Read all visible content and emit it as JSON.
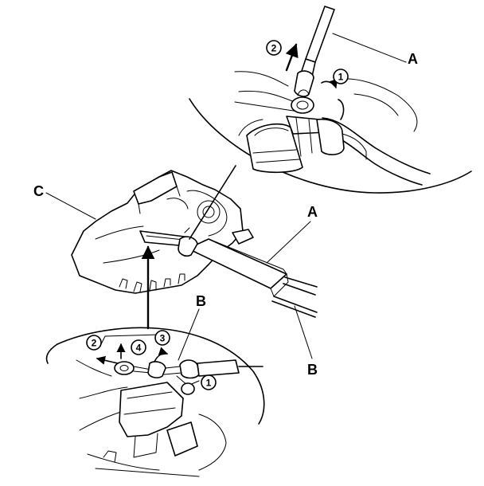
{
  "callouts": {
    "a_top": "A",
    "a_mid": "A",
    "b_top": "B",
    "b_bottom": "B",
    "c": "C"
  },
  "steps": {
    "top_detail": {
      "s1": "1",
      "s2": "2"
    },
    "bottom_detail": {
      "s1": "1",
      "s2": "2",
      "s3": "3",
      "s4": "4"
    }
  }
}
